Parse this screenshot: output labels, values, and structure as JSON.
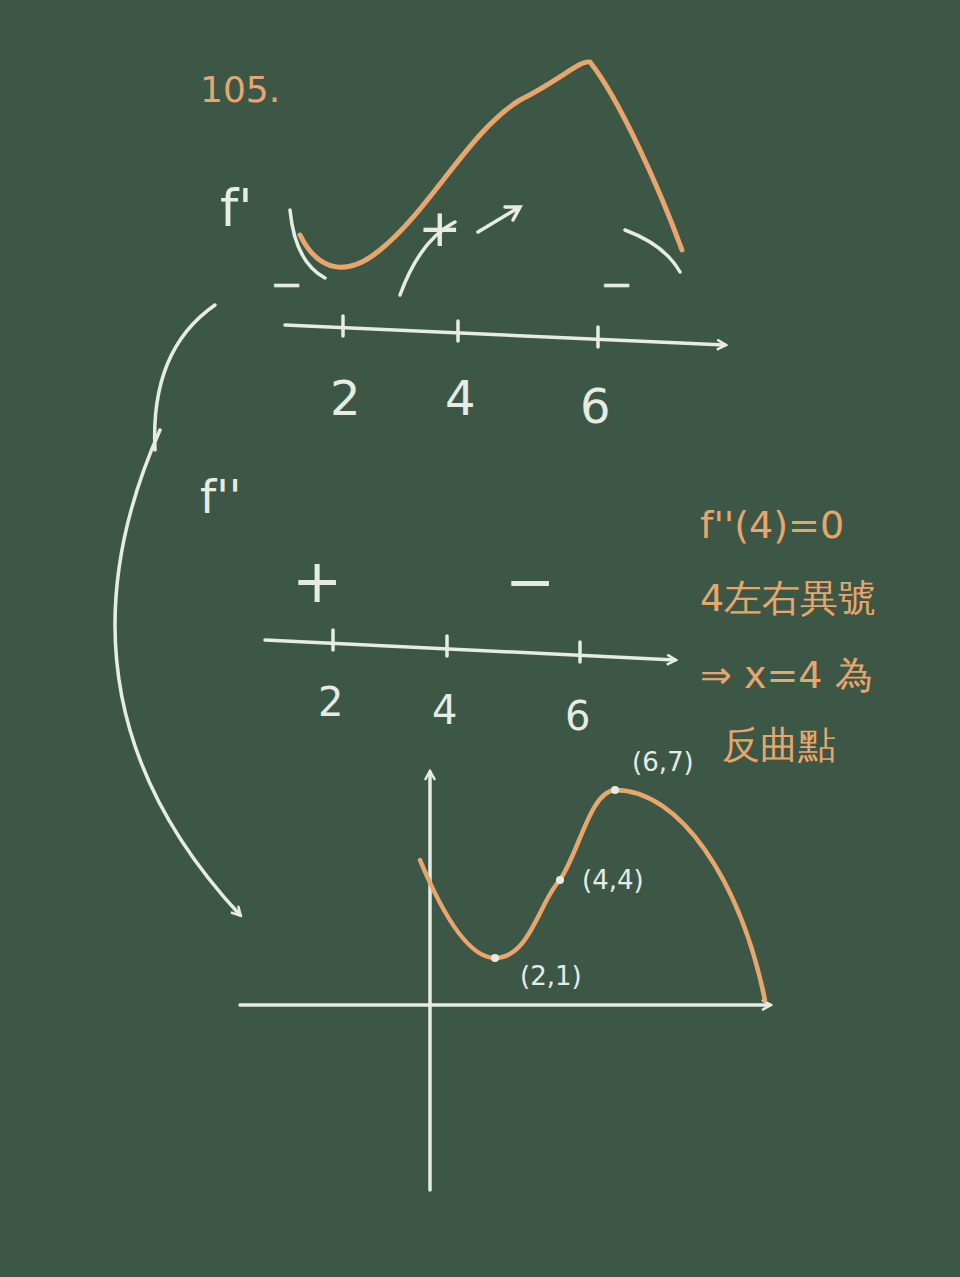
{
  "diagram": {
    "labels": [
      "105.",
      "f'",
      "−",
      "+",
      "−",
      "2",
      "4",
      "6",
      "f''",
      "+",
      "−",
      "2",
      "4",
      "6",
      "f''(4)=0",
      "4左右異號",
      "⇒ x=4 為",
      "反曲點",
      "(6,7)",
      "(4,4)",
      "(2,1)"
    ]
  }
}
